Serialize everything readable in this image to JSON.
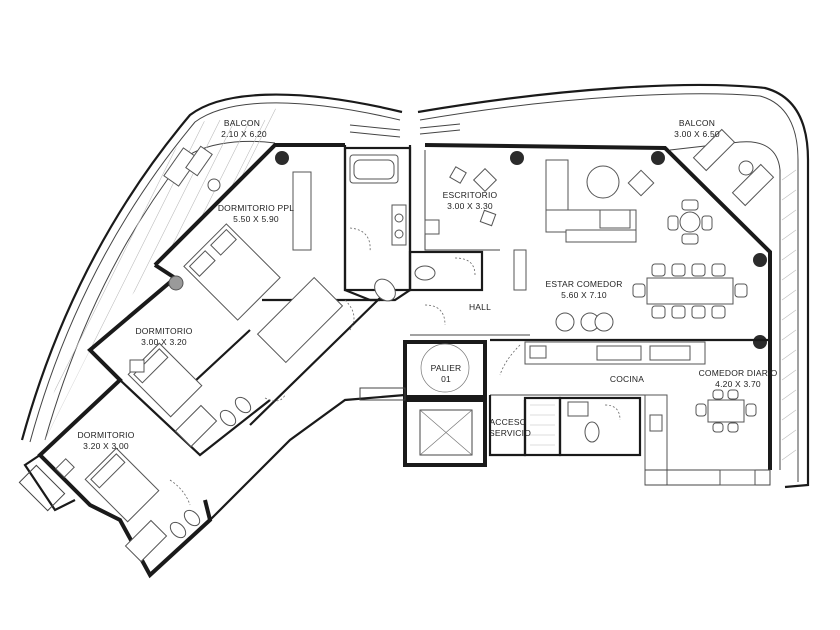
{
  "rooms": {
    "balcon_left": {
      "name": "BALCON",
      "size": "2.10 X 6.20"
    },
    "balcon_right": {
      "name": "BALCON",
      "size": "3.00 X 6.50"
    },
    "dormitorio_ppl": {
      "name": "DORMITORIO PPL",
      "size": "5.50 X 5.90"
    },
    "escritorio": {
      "name": "ESCRITORIO",
      "size": "3.00 X 3.30"
    },
    "estar_comedor": {
      "name": "ESTAR COMEDOR",
      "size": "5.60 X 7.10"
    },
    "hall": {
      "name": "HALL"
    },
    "dormitorio_2": {
      "name": "DORMITORIO",
      "size": "3.00 X 3.20"
    },
    "dormitorio_3": {
      "name": "DORMITORIO",
      "size": "3.20 X 3.00"
    },
    "palier": {
      "name": "PALIER",
      "number": "01"
    },
    "cocina": {
      "name": "COCINA"
    },
    "comedor_diario": {
      "name": "COMEDOR DIARIO",
      "size": "4.20 X 3.70"
    },
    "acceso_servicio": {
      "line1": "ACCESO",
      "line2": "SERVICIO"
    }
  }
}
